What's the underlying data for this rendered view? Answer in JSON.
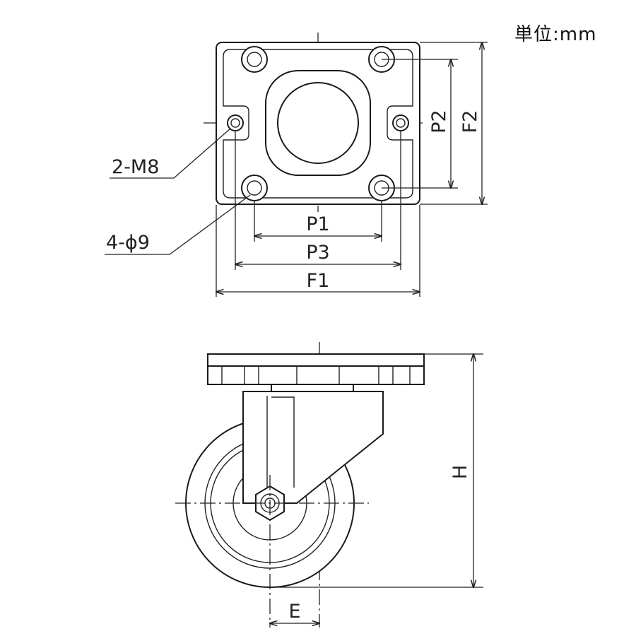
{
  "unit_note": "単位:mm",
  "top_view": {
    "dimensions": {
      "p1": "P1",
      "p2": "P2",
      "p3": "P3",
      "f1": "F1",
      "f2": "F2"
    },
    "callouts": {
      "threaded_holes": "2-M8",
      "bolt_holes": "4-ϕ9"
    }
  },
  "side_view": {
    "dimensions": {
      "h": "H",
      "e": "E"
    }
  }
}
